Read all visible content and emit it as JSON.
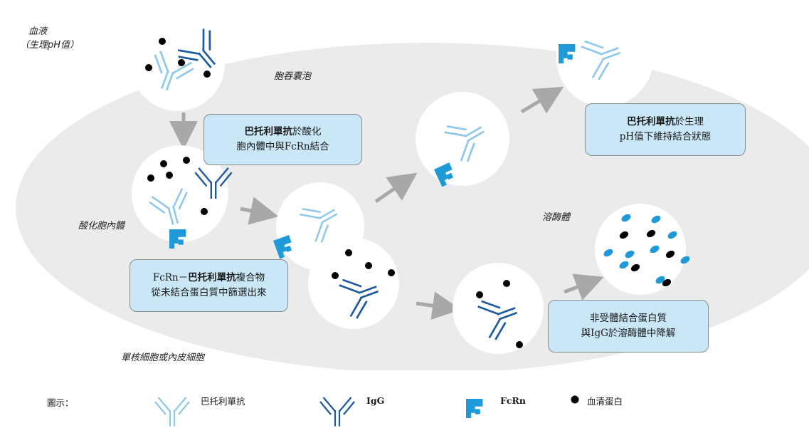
{
  "labels": {
    "blood_line1": "血液",
    "blood_line2": "（生理pH值）",
    "endocytic_vesicle": "胞吞囊泡",
    "acidified_endosome": "酸化胞內體",
    "lysosome": "溶酶體",
    "cell": "單核細胞或內皮細胞"
  },
  "boxes": {
    "bind": {
      "bold": "巴托利單抗",
      "rest": "於酸化",
      "line2": "胞內體中與FcRn結合"
    },
    "sort": {
      "pre": "FcRn－",
      "bold": "巴托利單抗",
      "rest": "複合物",
      "line2": "從未結合蛋白質中篩選出來"
    },
    "maintain": {
      "bold": "巴托利單抗",
      "rest": "於生理",
      "line2": "pH值下維持結合狀態"
    },
    "degrade": {
      "line1": "非受體結合蛋白質",
      "line2": "與IgG於溶酶體中降解"
    }
  },
  "legend": {
    "title": "圖示：",
    "batoclimab": "巴托利單抗",
    "igg": "IgG",
    "fcrn": "FcRn",
    "serum_protein": "血清蛋白"
  },
  "colors": {
    "cell_fill": "#ebebeb",
    "batoclimab": "#8ec8ea",
    "igg": "#1e5aa0",
    "fcrn": "#1f9ad8",
    "serum_protein": "#000000",
    "albumin_dot": "#1f9ad8",
    "box_fill": "#c9e7f6",
    "arrow": "#a8a8a8"
  }
}
